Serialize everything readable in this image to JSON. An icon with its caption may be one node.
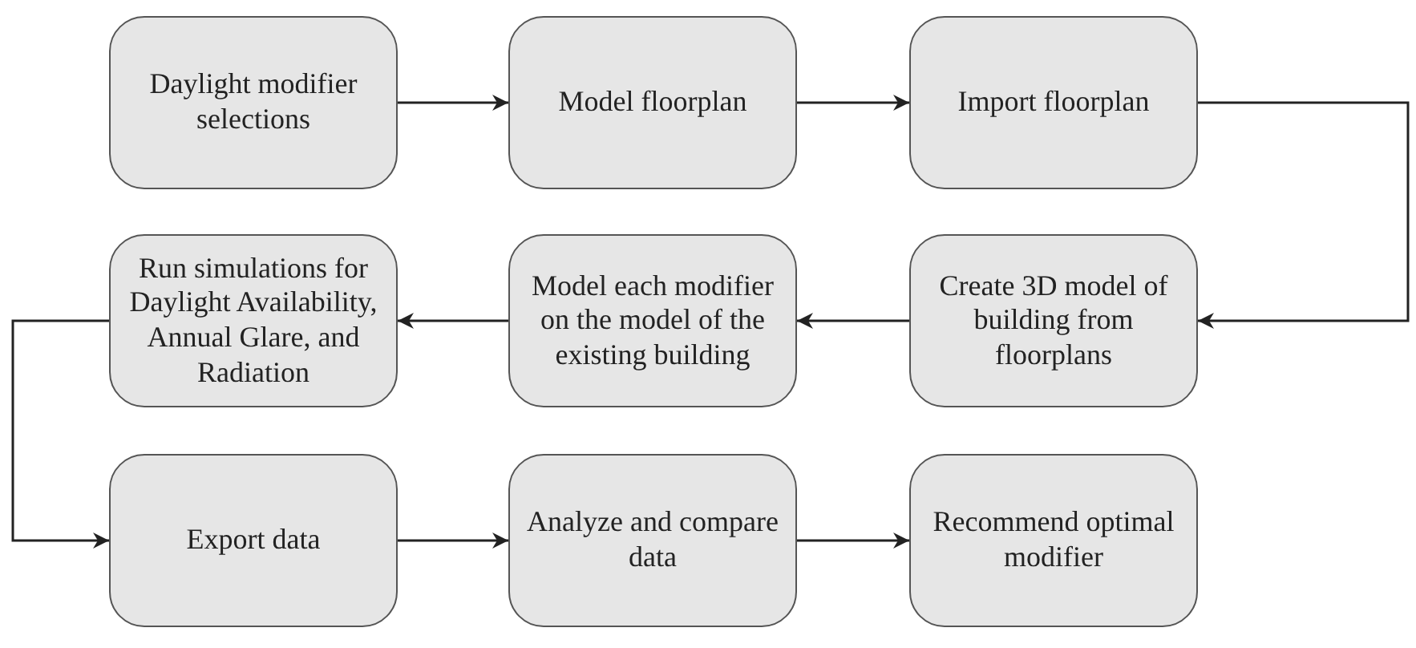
{
  "diagram": {
    "nodes": [
      {
        "text": [
          "Daylight modifier selections"
        ]
      },
      {
        "text": [
          "Model floorplan"
        ]
      },
      {
        "text": [
          "Import floorplan"
        ]
      },
      {
        "text": [
          "Run simulations for Daylight Availability, Annual Glare, and Radiation"
        ]
      },
      {
        "text": [
          "Model each modifier on the model of the existing building"
        ]
      },
      {
        "text": [
          "Create 3D model of building from floorplans"
        ]
      },
      {
        "text": [
          "Export data"
        ]
      },
      {
        "text": [
          "Analyze and compare data"
        ]
      },
      {
        "text": [
          "Recommend optimal modifier"
        ]
      }
    ],
    "edges": [
      {
        "from": 0,
        "to": 1,
        "arrow": "to"
      },
      {
        "from": 1,
        "to": 2,
        "arrow": "to"
      },
      {
        "from": 2,
        "to": 5,
        "arrow": "to"
      },
      {
        "from": 5,
        "to": 4,
        "arrow": "to"
      },
      {
        "from": 4,
        "to": 3,
        "arrow": "to"
      },
      {
        "from": 3,
        "to": 6,
        "arrow": "to"
      },
      {
        "from": 6,
        "to": 7,
        "arrow": "to"
      },
      {
        "from": 7,
        "to": 8,
        "arrow": "to"
      }
    ]
  }
}
